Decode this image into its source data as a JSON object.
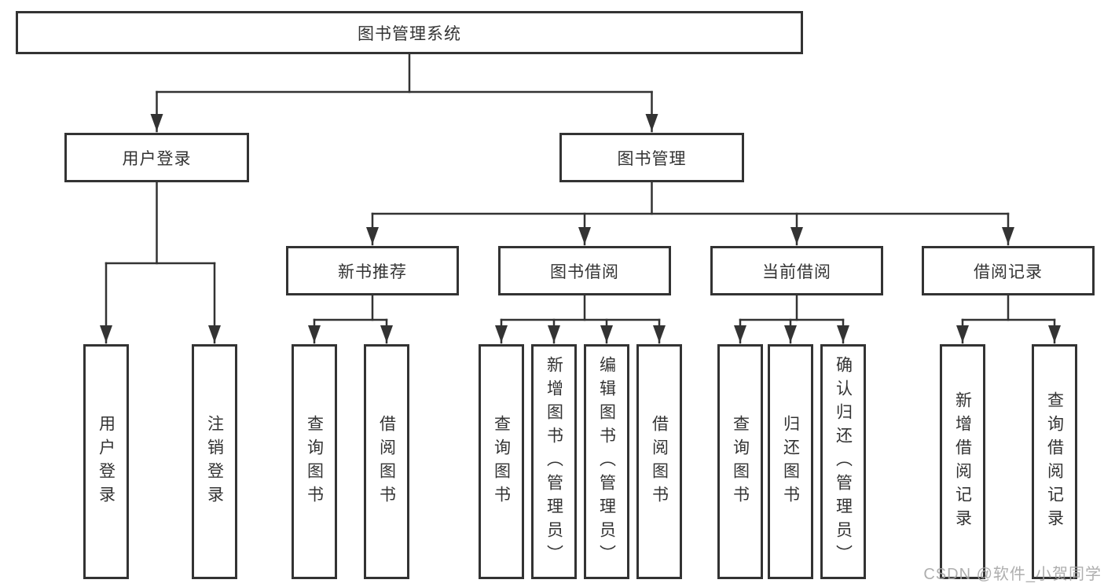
{
  "diagram_title": "图书管理系统",
  "watermark": {
    "text": "CSDN @软件_小贺同学"
  },
  "colors": {
    "line": "#333333",
    "box_border": "#333333",
    "text": "#333333",
    "watermark": "#a6a6a6",
    "background": "#ffffff"
  },
  "tree": {
    "label": "图书管理系统",
    "children": [
      {
        "label": "用户登录",
        "children": [
          {
            "label": "用户登录"
          },
          {
            "label": "注销登录"
          }
        ]
      },
      {
        "label": "图书管理",
        "children": [
          {
            "label": "新书推荐",
            "children": [
              {
                "label": "查询图书"
              },
              {
                "label": "借阅图书"
              }
            ]
          },
          {
            "label": "图书借阅",
            "children": [
              {
                "label": "查询图书"
              },
              {
                "label": "新增图书（管理员）"
              },
              {
                "label": "编辑图书（管理员）"
              },
              {
                "label": "借阅图书"
              }
            ]
          },
          {
            "label": "当前借阅",
            "children": [
              {
                "label": "查询图书"
              },
              {
                "label": "归还图书"
              },
              {
                "label": "确认归还（管理员）"
              }
            ]
          },
          {
            "label": "借阅记录",
            "children": [
              {
                "label": "新增借阅记录"
              },
              {
                "label": "查询借阅记录"
              }
            ]
          }
        ]
      }
    ]
  }
}
